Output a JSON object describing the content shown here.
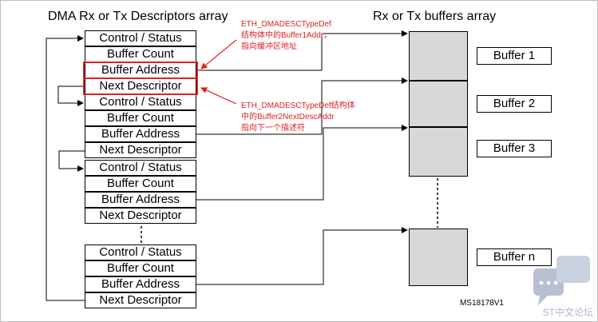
{
  "diagram": {
    "left_title": "DMA Rx or Tx Descriptors array",
    "right_title": "Rx or Tx buffers array",
    "descriptor_cells": [
      "Control / Status",
      "Buffer Count",
      "Buffer Address",
      "Next Descriptor",
      "Control / Status",
      "Buffer Count",
      "Buffer Address",
      "Next Descriptor",
      "Control / Status",
      "Buffer Count",
      "Buffer Address",
      "Next Descriptor",
      "Control / Status",
      "Buffer Count",
      "Buffer Address",
      "Next Descriptor"
    ],
    "buffer_labels": [
      "Buffer 1",
      "Buffer 2",
      "Buffer 3",
      "Buffer n"
    ],
    "annotation_1": [
      "ETH_DMADESCTypeDef",
      "结构体中的Buffer1Addr，",
      "指向缓冲区地址"
    ],
    "annotation_2": [
      "ETH_DMADESCTypeDef结构体",
      "中的Buffer2NextDescAddr",
      "指向下一个描述符"
    ],
    "code": "MS18178V1",
    "watermark": "ST中文论坛",
    "colors": {
      "highlight": "#e02020",
      "buffer_fill": "#d8d8d8"
    }
  }
}
